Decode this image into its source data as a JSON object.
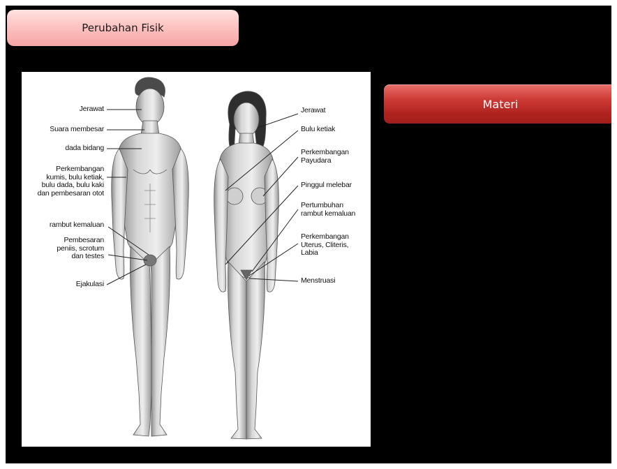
{
  "slide": {
    "title": "Perubahan Fisik",
    "materi_button": "Materi"
  },
  "figure": {
    "male_labels": [
      "Jerawat",
      "Suara membesar",
      "dada bidang",
      "Perkembangan\nkumis, bulu ketiak,\nbulu dada, bulu kaki\ndan pembesaran otot",
      "rambut kemaluan",
      "Pembesaran\npeniis, scrotum\ndan testes",
      "Ejakulasi"
    ],
    "female_labels": [
      "Jerawat",
      "Bulu ketiak",
      "Perkembangan\nPayudara",
      "Pinggul melebar",
      "Pertumbuhan\nrambut kemaluan",
      "Perkembangan\nUterus, Cliteris,\nLabia",
      "Menstruasi"
    ]
  },
  "colors": {
    "background": "#000000",
    "title_box": "#fdc4c2",
    "materi_button": "#c0302b"
  }
}
